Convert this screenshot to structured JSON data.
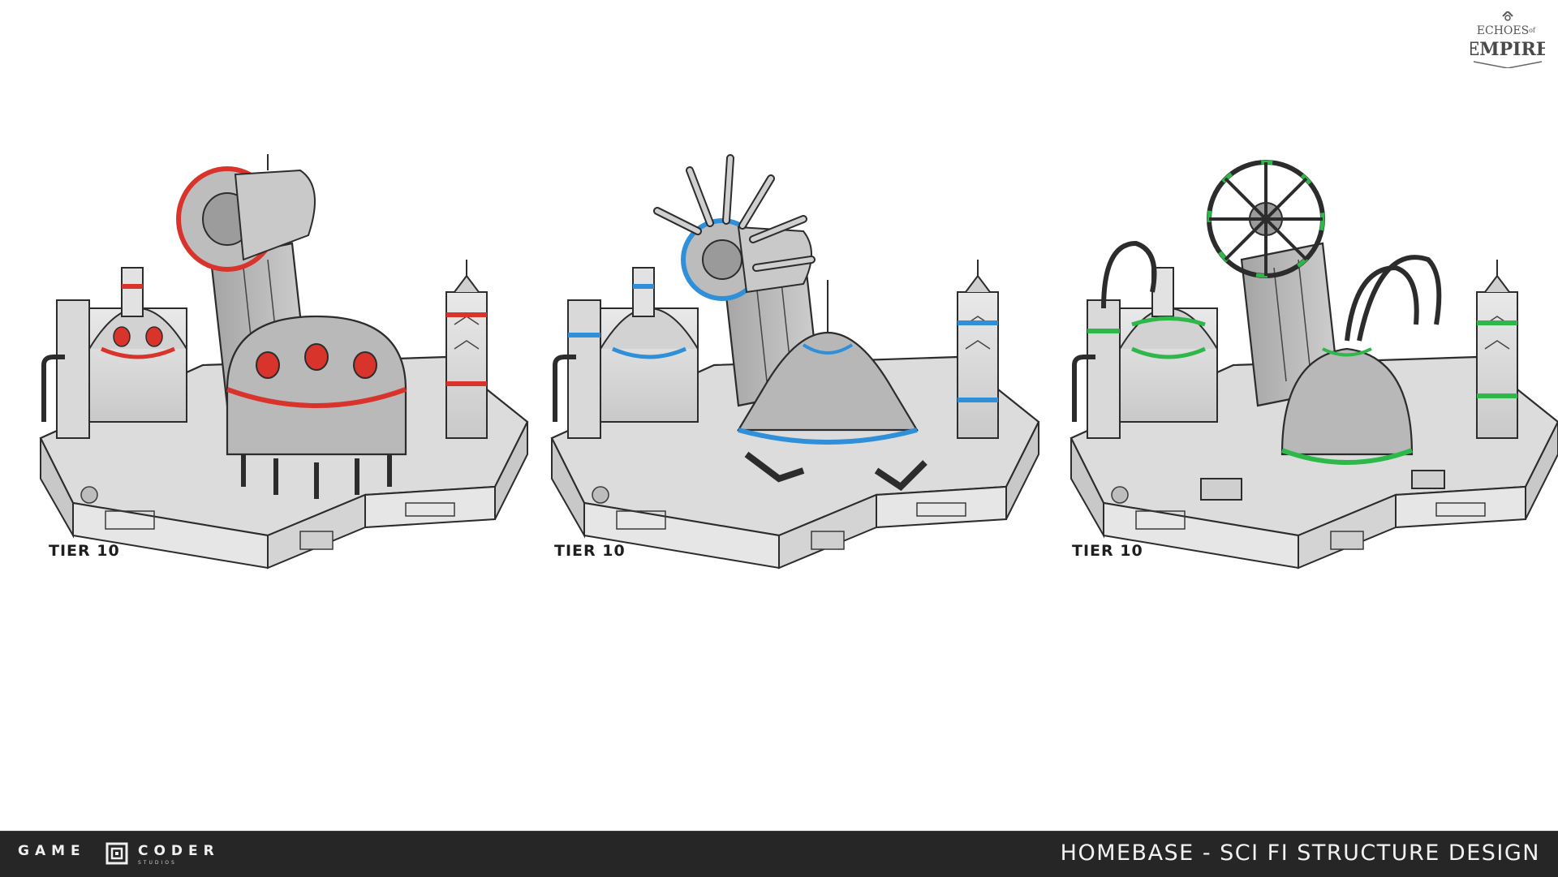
{
  "logo": {
    "line1": "ECHOES",
    "line1_small": "of",
    "line2": "EMPIRE"
  },
  "panels": [
    {
      "label": "TIER 10",
      "accent": "#d8342c"
    },
    {
      "label": "TIER 10",
      "accent": "#2f8fd8"
    },
    {
      "label": "TIER 10",
      "accent": "#2fb84a"
    }
  ],
  "footer": {
    "brand_left": "GAME",
    "brand_right": "CODER",
    "brand_sub": "STUDIOS",
    "title": "HOMEBASE - SCI FI STRUCTURE DESIGN",
    "background": "#262626"
  }
}
